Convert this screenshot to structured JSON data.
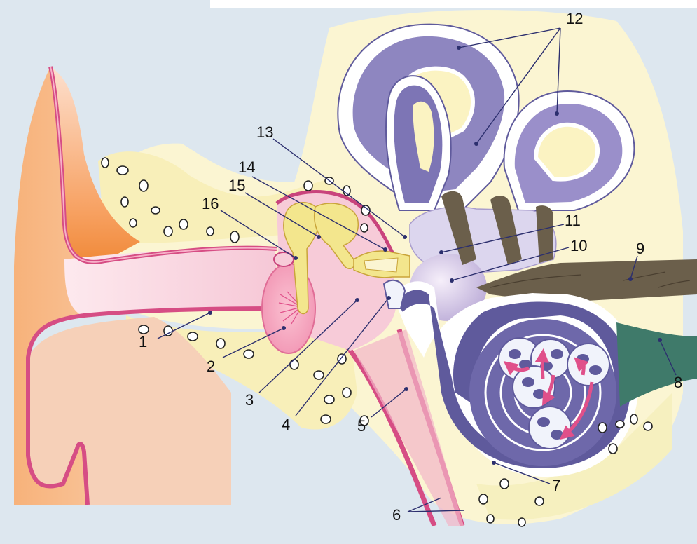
{
  "diagram": {
    "subject": "ear-anatomy",
    "colors": {
      "background": "#dde7ef",
      "bone": "#fbf3c2",
      "skin_outline": "#d64d84",
      "canal": "#f7d3dc",
      "ossicle": "#f3e68d",
      "labyrinth": "#8e86c0",
      "labyrinth_dark": "#5f5a9c",
      "nerve": "#6b5f4b",
      "nerve_green": "#3f7a6a",
      "arrow": "#e0508a",
      "leader": "#2c2f6e"
    },
    "labels": [
      {
        "id": "1",
        "text": "1"
      },
      {
        "id": "2",
        "text": "2"
      },
      {
        "id": "3",
        "text": "3"
      },
      {
        "id": "4",
        "text": "4"
      },
      {
        "id": "5",
        "text": "5"
      },
      {
        "id": "6",
        "text": "6"
      },
      {
        "id": "7",
        "text": "7"
      },
      {
        "id": "8",
        "text": "8"
      },
      {
        "id": "9",
        "text": "9"
      },
      {
        "id": "10",
        "text": "10"
      },
      {
        "id": "11",
        "text": "11"
      },
      {
        "id": "12",
        "text": "12"
      },
      {
        "id": "13",
        "text": "13"
      },
      {
        "id": "14",
        "text": "14"
      },
      {
        "id": "15",
        "text": "15"
      },
      {
        "id": "16",
        "text": "16"
      }
    ]
  }
}
